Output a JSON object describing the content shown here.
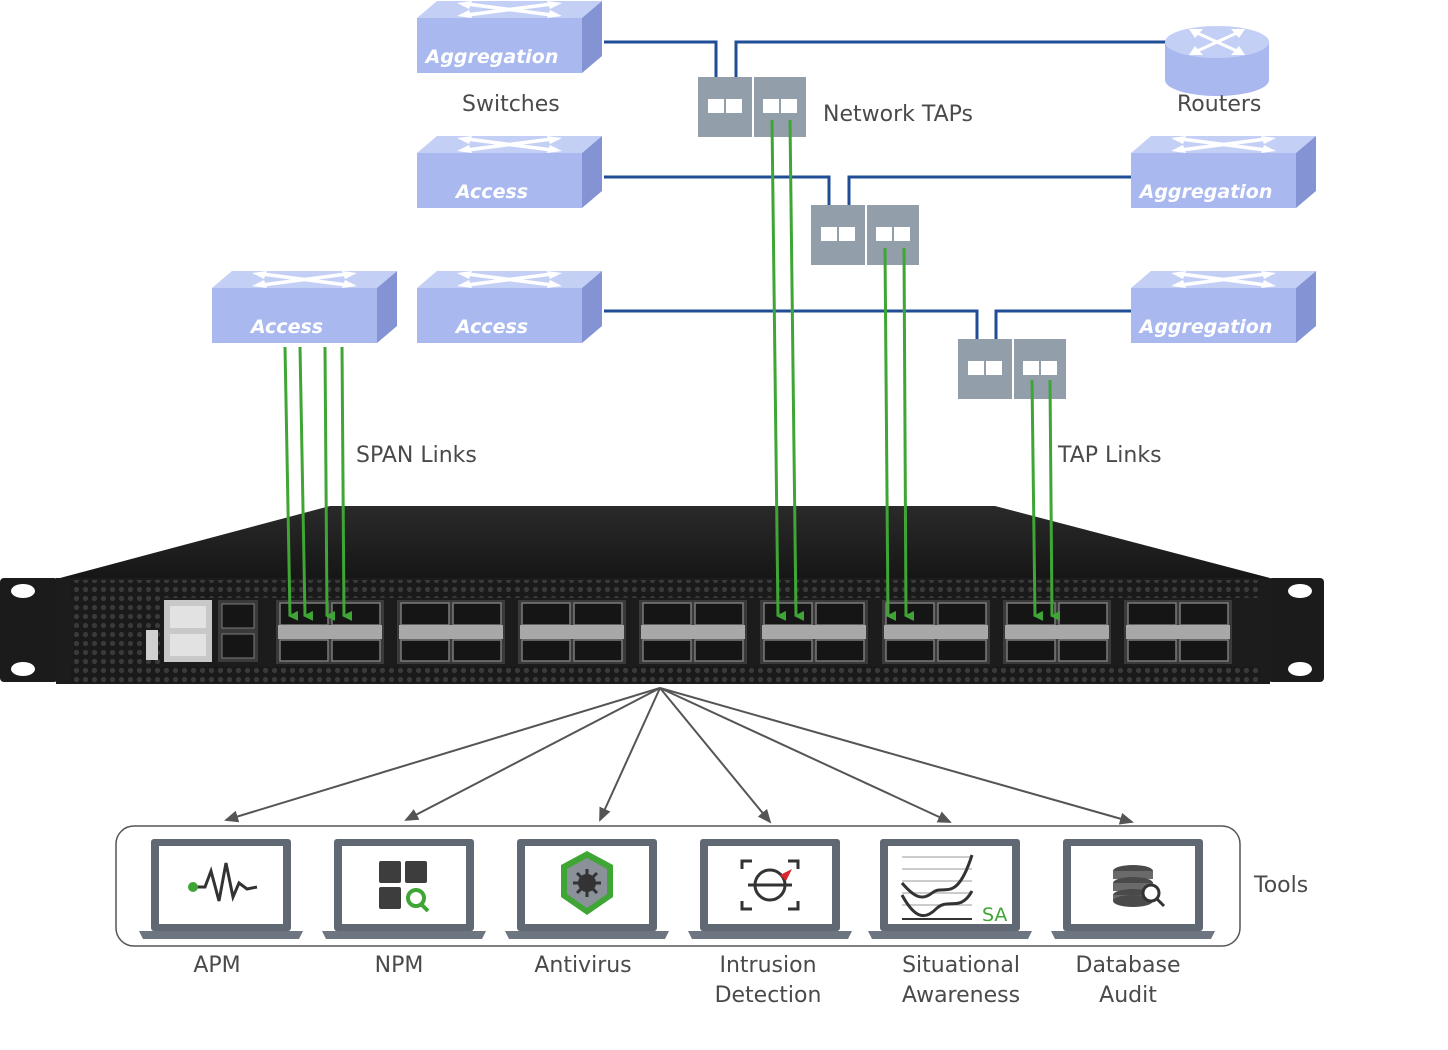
{
  "labels": {
    "switches": "Switches",
    "routers": "Routers",
    "network_taps": "Network TAPs",
    "span_links": "SPAN Links",
    "tap_links": "TAP Links",
    "tools": "Tools"
  },
  "switches": [
    {
      "label": "Aggregation"
    },
    {
      "label": "Access"
    },
    {
      "label": "Aggregation"
    },
    {
      "label": "Access"
    },
    {
      "label": "Access"
    },
    {
      "label": "Aggregation"
    }
  ],
  "tools": [
    {
      "label_line1": "APM",
      "label_line2": ""
    },
    {
      "label_line1": "NPM",
      "label_line2": ""
    },
    {
      "label_line1": "Antivirus",
      "label_line2": ""
    },
    {
      "label_line1": "Intrusion",
      "label_line2": "Detection"
    },
    {
      "label_line1": "Situational",
      "label_line2": "Awareness",
      "icon_text": "SA"
    },
    {
      "label_line1": "Database",
      "label_line2": "Audit"
    }
  ],
  "colors": {
    "switch_face": "#a9b8ef",
    "switch_top": "#c3cff5",
    "switch_side": "#8393d3",
    "network_line": "#1f4e96",
    "link_line": "#3fa535",
    "arrow": "#555555",
    "tap_box": "#939eab"
  },
  "icons": {
    "switch": "switch-icon",
    "router": "router-icon",
    "apm": "heartbeat-icon",
    "npm": "grid-magnifier-icon",
    "antivirus": "shield-virus-icon",
    "ids": "target-scan-icon",
    "sa": "trend-chart-icon",
    "db": "database-search-icon"
  }
}
